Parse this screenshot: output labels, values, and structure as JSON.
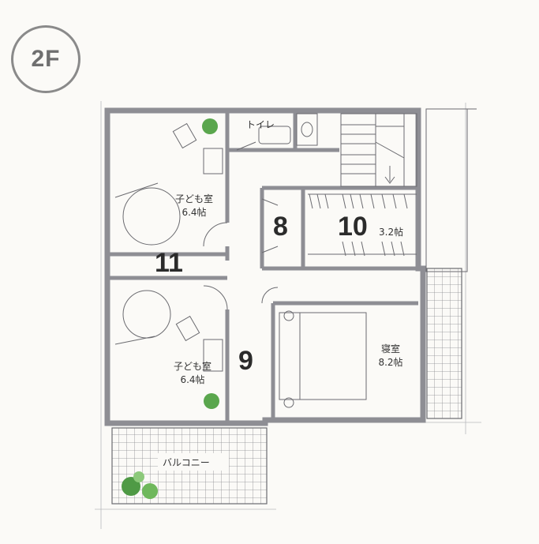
{
  "floor": {
    "label": "2F"
  },
  "rooms": {
    "toilet": "トイレ",
    "child_room_upper": {
      "name": "子ども室",
      "area": "6.4帖"
    },
    "child_room_lower": {
      "name": "子ども室",
      "area": "6.4帖"
    },
    "closet_10": {
      "area": "3.2帖"
    },
    "bedroom": {
      "name": "寝室",
      "area": "8.2帖"
    },
    "balcony": "バルコニー"
  },
  "markers": {
    "m8": "8",
    "m9": "9",
    "m10": "10",
    "m11": "11"
  },
  "colors": {
    "wall": "#8e8e94",
    "line": "#6b6b70",
    "plant": "#4f9a45",
    "badge": "#8a8a8a"
  }
}
